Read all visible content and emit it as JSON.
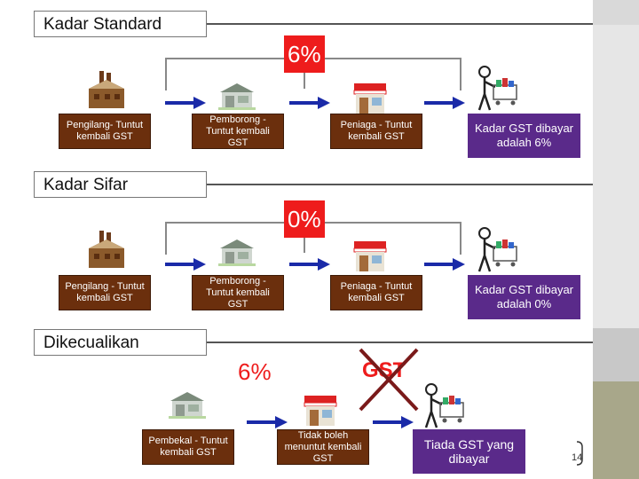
{
  "sections": {
    "standard": {
      "title": "Kadar Standard",
      "rate": "6%",
      "stages": [
        "Pengilang- Tuntut kembali GST",
        "Pemborong - Tuntut kembali GST",
        "Peniaga - Tuntut kembali GST"
      ],
      "result": "Kadar GST dibayar adalah 6%"
    },
    "zero": {
      "title": "Kadar Sifar",
      "rate": "0%",
      "stages": [
        "Pengilang - Tuntut kembali GST",
        "Pemborong - Tuntut kembali GST",
        "Peniaga - Tuntut kembali GST"
      ],
      "result": "Kadar GST dibayar adalah 0%"
    },
    "exempt": {
      "title": "Dikecualikan",
      "rate": "6%",
      "crossed_label": "GST",
      "stages": [
        "Pembekal - Tuntut kembali GST",
        "Tidak boleh menuntut kembali GST"
      ],
      "result": "Tiada GST yang dibayar"
    }
  },
  "page_number": "14",
  "colors": {
    "stage_box": "#6b2f0d",
    "result_box": "#5a2a8a",
    "rate_box": "#ee1c1c",
    "arrow": "#1a2aa8"
  },
  "icons": [
    "factory-icon",
    "warehouse-icon",
    "shop-icon",
    "shopper-icon",
    "arrow-right-icon"
  ]
}
